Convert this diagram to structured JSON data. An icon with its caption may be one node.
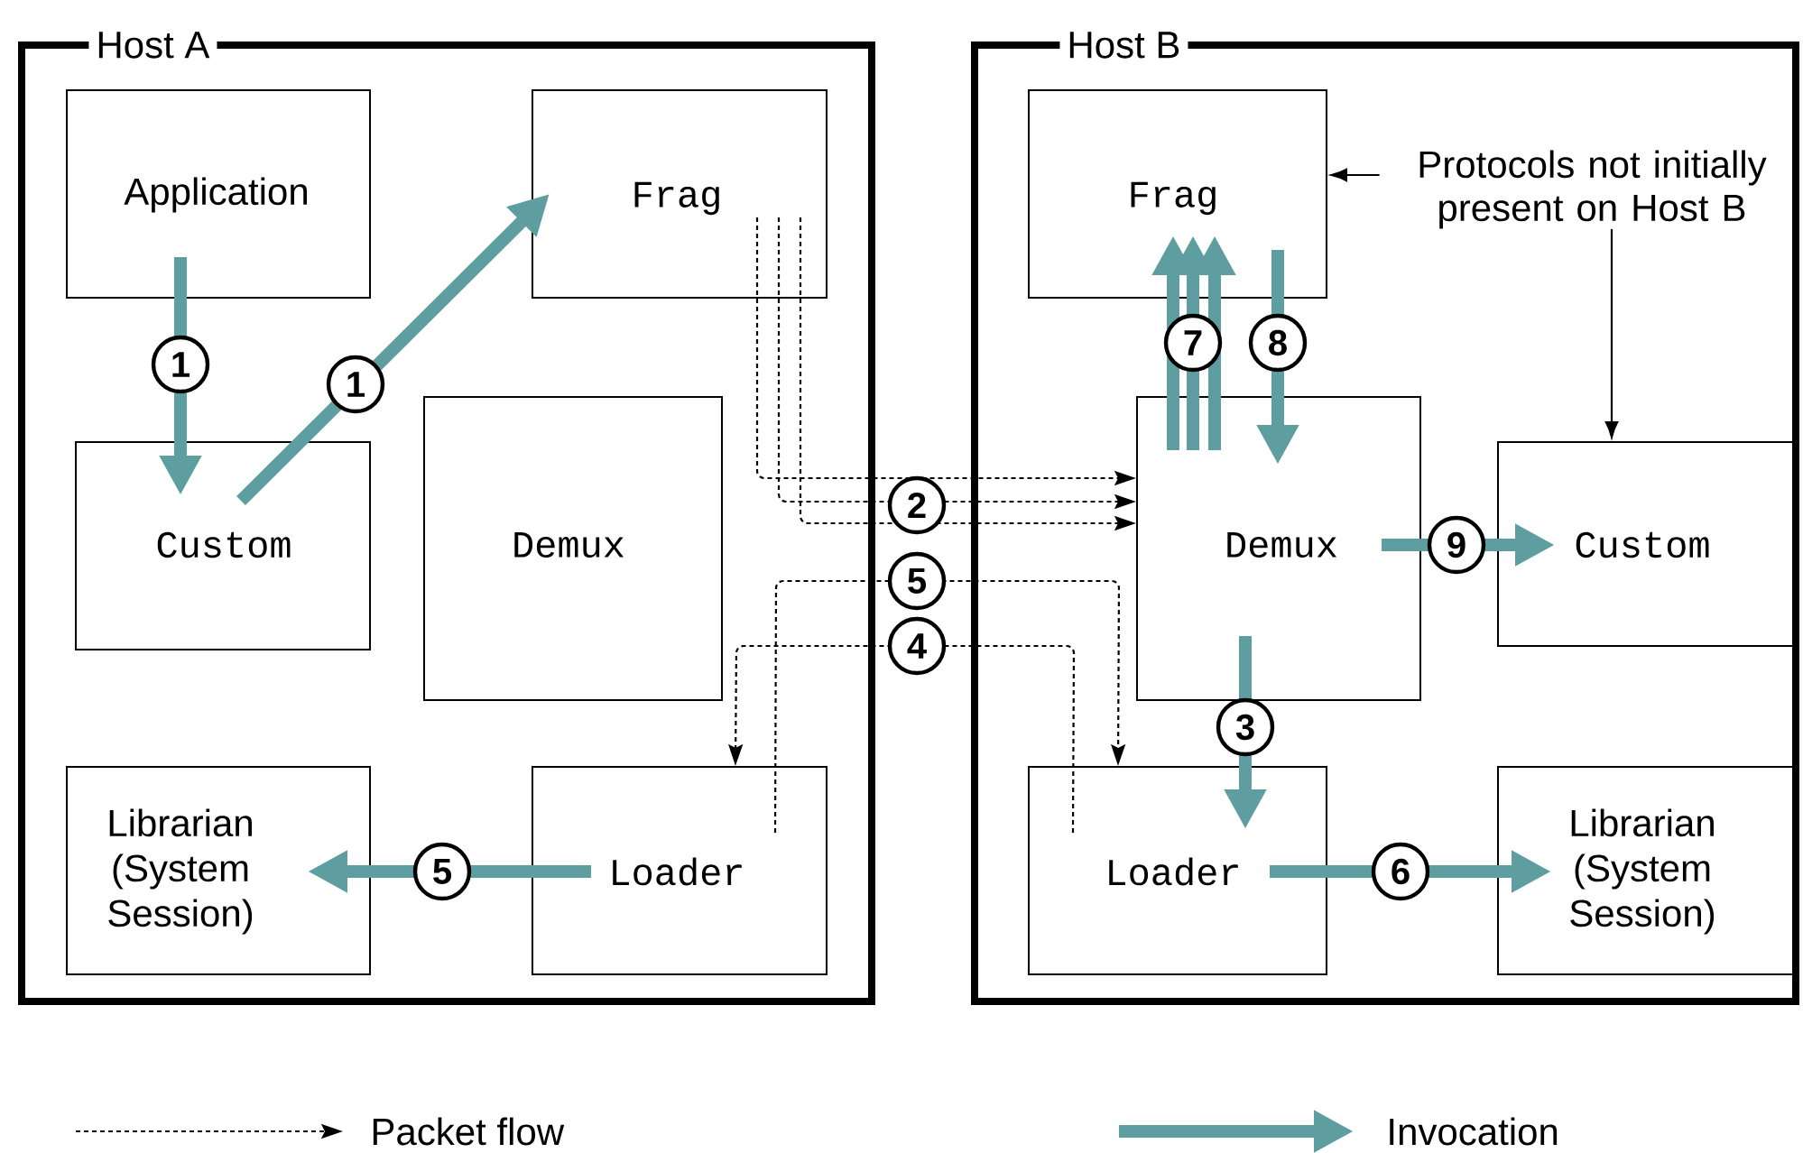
{
  "diagram": {
    "nodes": [
      {
        "text": [
          "Host A"
        ]
      },
      {
        "text": [
          "Application"
        ],
        "in": 0
      },
      {
        "text": [
          "Frag"
        ],
        "in": 0
      },
      {
        "text": [
          "Custom"
        ],
        "in": 0
      },
      {
        "text": [
          "Demux"
        ],
        "in": 0
      },
      {
        "text": [
          "Librarian (System Session)"
        ],
        "in": 0
      },
      {
        "text": [
          "Loader"
        ],
        "in": 0
      },
      {
        "text": [
          "Host B"
        ]
      },
      {
        "text": [
          "Frag"
        ],
        "in": 7
      },
      {
        "text": [
          "Demux"
        ],
        "in": 7
      },
      {
        "text": [
          "Custom"
        ],
        "in": 7
      },
      {
        "text": [
          "Loader"
        ],
        "in": 7
      },
      {
        "text": [
          "Librarian (System Session)"
        ],
        "in": 7
      },
      {
        "text": [
          "Protocols not initially present on Host B"
        ],
        "in": 7
      }
    ],
    "edges": [
      {
        "from": 1,
        "to": 3,
        "arrow": "to",
        "label": "1"
      },
      {
        "from": 3,
        "to": 2,
        "arrow": "to",
        "label": "1"
      },
      {
        "from": 2,
        "to": 9,
        "arrow": "to",
        "style": "dashed",
        "color": "#000000"
      },
      {
        "from": 2,
        "to": 9,
        "arrow": "to",
        "label": "2",
        "style": "dashed",
        "color": "#000000"
      },
      {
        "from": 2,
        "to": 9,
        "arrow": "to",
        "style": "dashed",
        "color": "#000000"
      },
      {
        "from": 9,
        "to": 11,
        "arrow": "to",
        "label": "3"
      },
      {
        "from": 11,
        "to": 6,
        "arrow": "to",
        "label": "4",
        "style": "dashed",
        "color": "#000000"
      },
      {
        "from": 6,
        "to": 11,
        "arrow": "to",
        "label": "5",
        "style": "dashed",
        "color": "#000000"
      },
      {
        "from": 6,
        "to": 5,
        "arrow": "to",
        "label": "5"
      },
      {
        "from": 11,
        "to": 12,
        "arrow": "to",
        "label": "6"
      },
      {
        "from": 9,
        "to": 8,
        "arrow": "to"
      },
      {
        "from": 9,
        "to": 8,
        "arrow": "to",
        "label": "7"
      },
      {
        "from": 9,
        "to": 8,
        "arrow": "to"
      },
      {
        "from": 8,
        "to": 9,
        "arrow": "to",
        "label": "8"
      },
      {
        "from": 9,
        "to": 10,
        "arrow": "to",
        "label": "9"
      },
      {
        "from": 13,
        "to": 8,
        "arrow": "to",
        "color": "#000000"
      },
      {
        "from": 13,
        "to": 10,
        "arrow": "to",
        "color": "#000000"
      }
    ],
    "legend": [
      {
        "text": "Packet flow"
      },
      {
        "text": "Invocation"
      }
    ]
  }
}
